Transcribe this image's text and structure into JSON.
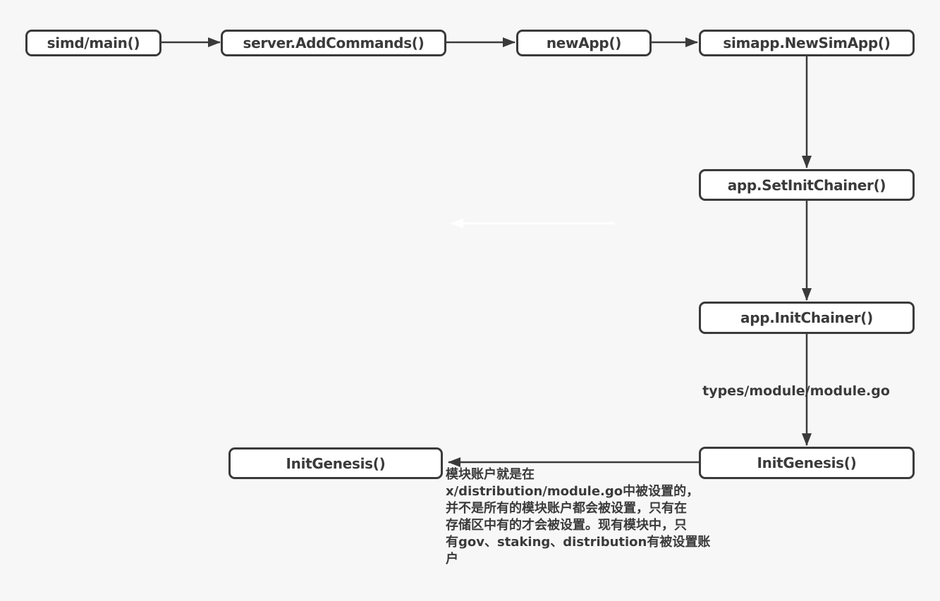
{
  "diagram": {
    "nodes": {
      "simd_main": "simd/main()",
      "server_add_commands": "server.AddCommands()",
      "new_app": "newApp()",
      "simapp_new_sim_app": "simapp.NewSimApp()",
      "app_set_init_chainer": "app.SetInitChainer()",
      "app_init_chainer": "app.InitChainer()",
      "init_genesis_right": "InitGenesis()",
      "init_genesis_left": "InitGenesis()"
    },
    "edge_label": "types/module/module.go",
    "annotation": "模块账户就是在\nx/distribution/module.go中被设置的，\n并不是所有的模块账户都会被设置，只有在\n存储区中有的才会被设置。现有模块中，只\n有gov、staking、distribution有被设置账\n户",
    "colors": {
      "background": "#f7f7f7",
      "stroke": "#3a3a3a",
      "box_fill": "#ffffff",
      "text": "#3a3a3a",
      "hidden_arrow": "#ffffff"
    }
  }
}
